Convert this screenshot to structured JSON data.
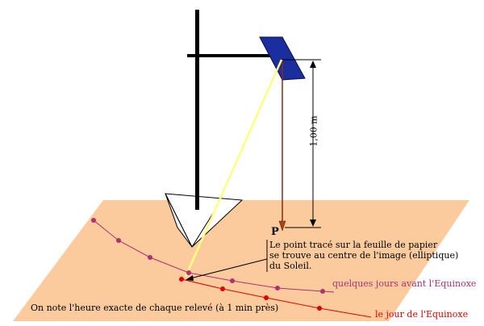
{
  "diagram": {
    "point_label": "P",
    "distance_label": "1,00 m",
    "note_lines": [
      "Le point tracé sur la feuille de papier",
      "se trouve au centre de l'image (elliptique)",
      "du Soleil."
    ],
    "caption_time": "On note l'heure exacte de chaque relevé (à 1 min près)",
    "label_days_before": "quelques jours avant l'Equinoxe",
    "label_equinox_day": "le jour de l'Equinoxe"
  },
  "colors": {
    "paper": "#FBCB9E",
    "mirror": "#1A2EA0",
    "sunray": "#FFFF80",
    "plumb": "#8B2A0A",
    "before_curve": "#B03070",
    "equinox_curve": "#E00000",
    "pole": "#000000"
  }
}
